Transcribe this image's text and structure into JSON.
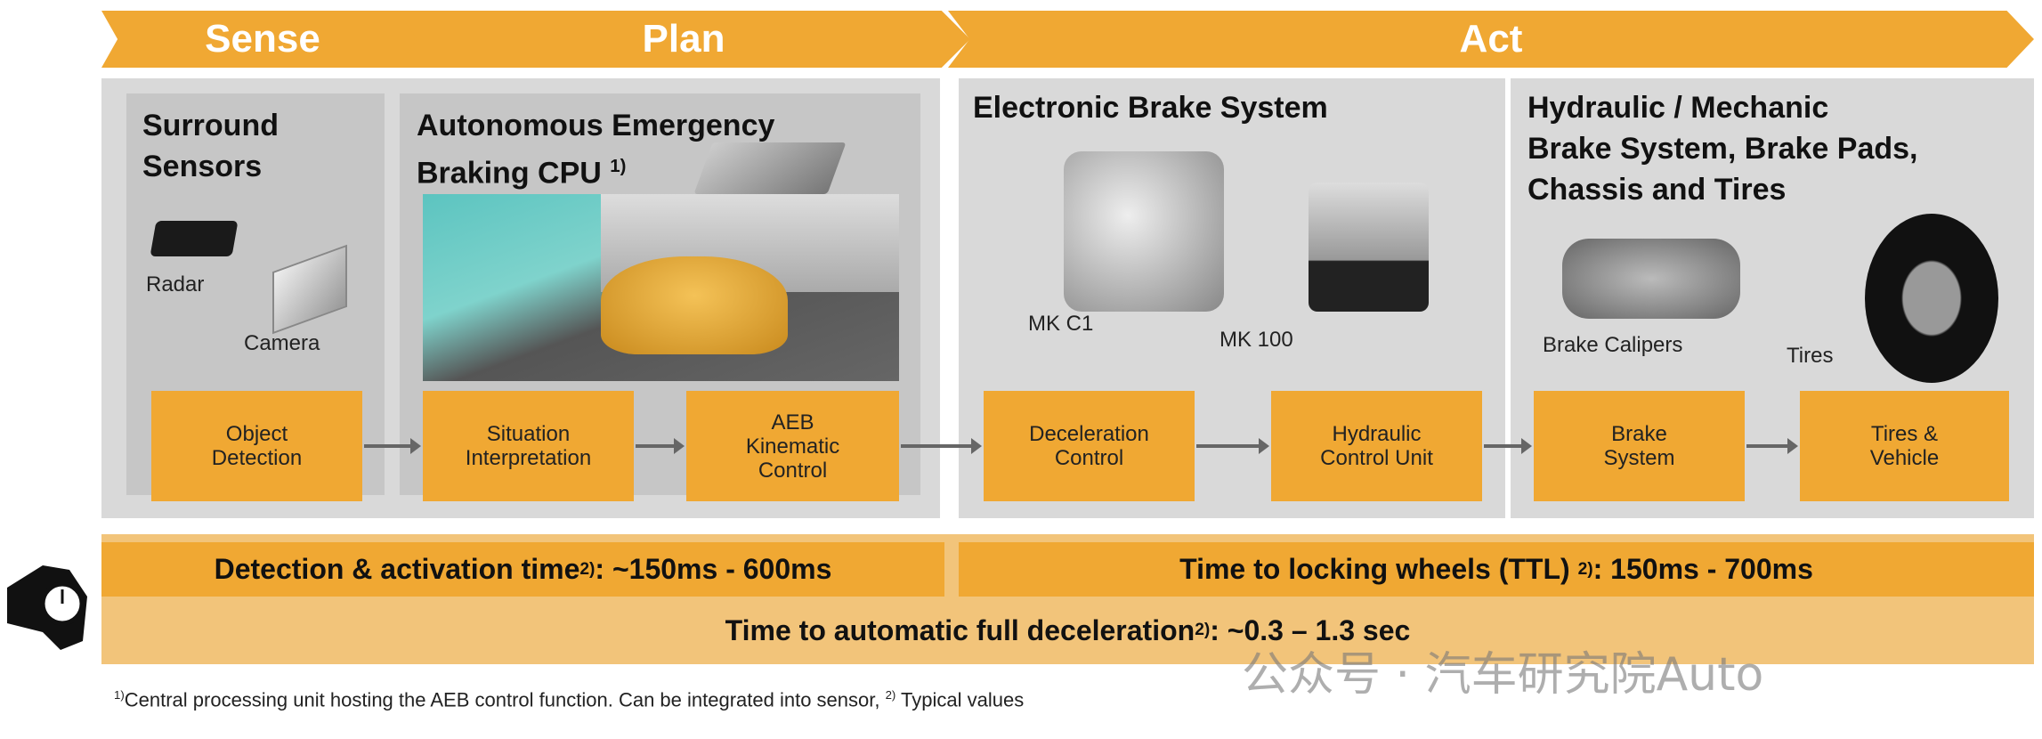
{
  "phases": {
    "sense": "Sense",
    "plan": "Plan",
    "act": "Act"
  },
  "panels": {
    "surround": {
      "title_line1": "Surround",
      "title_line2": "Sensors",
      "radar": "Radar",
      "camera": "Camera"
    },
    "aeb": {
      "title_line1": "Autonomous Emergency",
      "title_line2": "Braking CPU",
      "note": "1)"
    },
    "ebs": {
      "title": "Electronic Brake System",
      "mkc1": "MK C1",
      "mk100": "MK 100"
    },
    "hydraulic": {
      "title_line1": "Hydraulic  / Mechanic",
      "title_line2": "Brake System, Brake Pads,",
      "title_line3": "Chassis and Tires",
      "calipers": "Brake Calipers",
      "tires": "Tires"
    }
  },
  "steps": [
    {
      "l1": "Object",
      "l2": "Detection"
    },
    {
      "l1": "Situation",
      "l2": "Interpretation"
    },
    {
      "l1": "AEB",
      "l2": "Kinematic",
      "l3": "Control"
    },
    {
      "l1": "Deceleration",
      "l2": "Control"
    },
    {
      "l1": "Hydraulic",
      "l2": "Control Unit"
    },
    {
      "l1": "Brake",
      "l2": "System"
    },
    {
      "l1": "Tires &",
      "l2": "Vehicle"
    }
  ],
  "timing": {
    "detection_label": "Detection & activation time",
    "detection_note": "2)",
    "detection_value": ": ~150ms - 600ms",
    "ttl_label": "Time to locking wheels (TTL)",
    "ttl_note": "2)",
    "ttl_value": ": 150ms - 700ms",
    "full_label": "Time to automatic full deceleration ",
    "full_note": "2)",
    "full_value": ": ~0.3 – 1.3 sec"
  },
  "footnote": {
    "n1": "1)",
    "text1": "Central processing unit hosting the AEB control function. Can be integrated into sensor, ",
    "n2": "2)",
    "text2": " Typical values"
  },
  "watermark": "公众号 · 汽车研究院Auto",
  "colors": {
    "orange": "#f0a833",
    "light_orange": "#f2c47a",
    "gray": "#d9d9d9"
  }
}
